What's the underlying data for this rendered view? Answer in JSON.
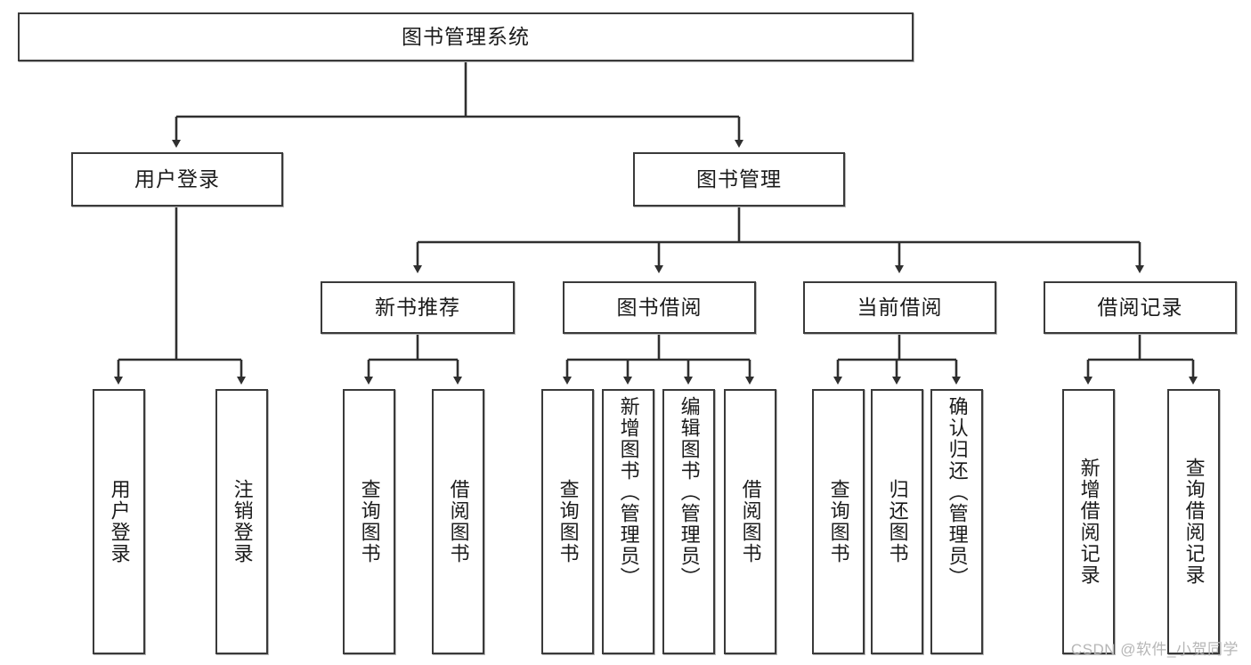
{
  "diagram": {
    "type": "tree-hierarchy",
    "title": "图书管理系统",
    "watermark": "CSDN @软件_小贺同学",
    "colors": {
      "border": "#3a3a3a",
      "background": "#ffffff",
      "text": "#1b1b1b",
      "edge": "#2f2f2f",
      "watermark": "#b6b6b6"
    },
    "levels": {
      "root": {
        "label": "图书管理系统"
      },
      "level2": [
        {
          "id": "user-login",
          "label": "用户登录"
        },
        {
          "id": "book-management",
          "label": "图书管理"
        }
      ],
      "level3": [
        {
          "id": "new-book-recommend",
          "label": "新书推荐",
          "parent": "book-management"
        },
        {
          "id": "book-borrow",
          "label": "图书借阅",
          "parent": "book-management"
        },
        {
          "id": "current-borrow",
          "label": "当前借阅",
          "parent": "book-management"
        },
        {
          "id": "borrow-record",
          "label": "借阅记录",
          "parent": "book-management"
        }
      ],
      "leaves": [
        {
          "id": "leaf-user-login",
          "label": "用户登录",
          "parent": "user-login"
        },
        {
          "id": "leaf-logout-login",
          "label": "注销登录",
          "parent": "user-login"
        },
        {
          "id": "leaf-query-book-1",
          "label": "查询图书",
          "parent": "new-book-recommend"
        },
        {
          "id": "leaf-borrow-book-1",
          "label": "借阅图书",
          "parent": "new-book-recommend"
        },
        {
          "id": "leaf-query-book-2",
          "label": "查询图书",
          "parent": "book-borrow"
        },
        {
          "id": "leaf-add-book",
          "label": "新增图书（管理员）",
          "parent": "book-borrow"
        },
        {
          "id": "leaf-edit-book",
          "label": "编辑图书（管理员）",
          "parent": "book-borrow"
        },
        {
          "id": "leaf-borrow-book-2",
          "label": "借阅图书",
          "parent": "book-borrow"
        },
        {
          "id": "leaf-query-book-3",
          "label": "查询图书",
          "parent": "current-borrow"
        },
        {
          "id": "leaf-return-book",
          "label": "归还图书",
          "parent": "current-borrow"
        },
        {
          "id": "leaf-confirm-return",
          "label": "确认归还（管理员）",
          "parent": "current-borrow"
        },
        {
          "id": "leaf-add-record",
          "label": "新增借阅记录",
          "parent": "borrow-record"
        },
        {
          "id": "leaf-query-record",
          "label": "查询借阅记录",
          "parent": "borrow-record"
        }
      ]
    }
  }
}
